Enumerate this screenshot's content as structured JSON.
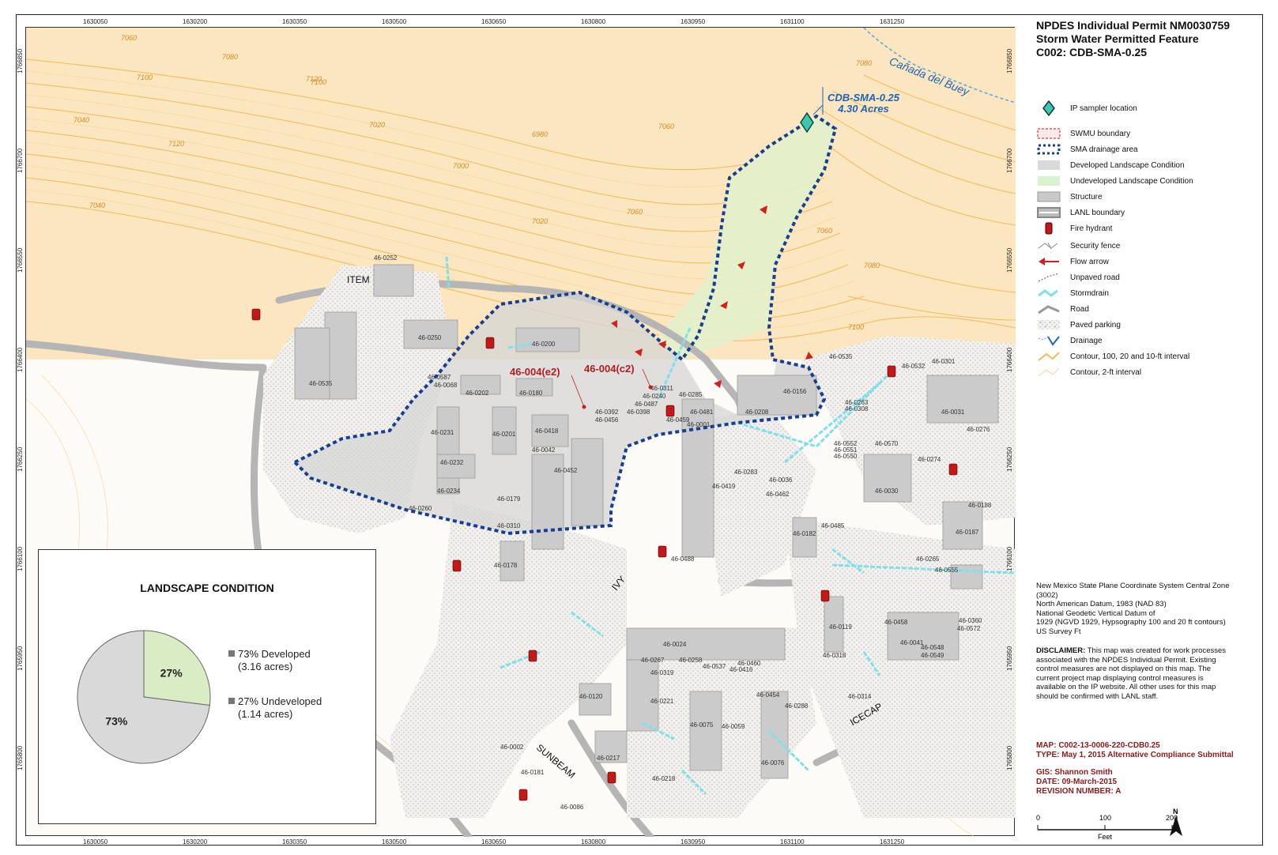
{
  "title": {
    "line1": "NPDES Individual Permit NM0030759",
    "line2": "Storm Water Permitted Feature",
    "line3": "C002:  CDB-SMA-0.25"
  },
  "legend": [
    {
      "key": "ip",
      "label": "IP sampler location"
    },
    {
      "key": "swmu",
      "label": "SWMU boundary"
    },
    {
      "key": "sma",
      "label": "SMA drainage area"
    },
    {
      "key": "developed",
      "label": "Developed Landscape Condition"
    },
    {
      "key": "undeveloped",
      "label": "Undeveloped Landscape Condition"
    },
    {
      "key": "structure",
      "label": "Structure"
    },
    {
      "key": "lanl",
      "label": "LANL boundary"
    },
    {
      "key": "hydrant",
      "label": "Fire hydrant"
    },
    {
      "key": "fence",
      "label": "Security fence"
    },
    {
      "key": "flow",
      "label": "Flow arrow"
    },
    {
      "key": "unpaved",
      "label": "Unpaved road"
    },
    {
      "key": "stormdrain",
      "label": "Stormdrain"
    },
    {
      "key": "road",
      "label": "Road"
    },
    {
      "key": "parking",
      "label": "Paved parking"
    },
    {
      "key": "drainage",
      "label": "Drainage"
    },
    {
      "key": "contour100",
      "label": "Contour, 100, 20 and 10-ft interval"
    },
    {
      "key": "contour2",
      "label": "Contour, 2-ft interval"
    }
  ],
  "coordinate_system": {
    "line1": "New Mexico State Plane Coordinate System Central Zone",
    "line2": "(3002)",
    "line3": "North American Datum, 1983 (NAD 83)",
    "line4": "National Geodetic Vertical Datum of",
    "line5": "1929 (NGVD 1929, Hypsography 100 and 20 ft contours)",
    "line6": "US Survey Ft"
  },
  "disclaimer": {
    "heading": "DISCLAIMER:",
    "line1": " This map was created  for work processes",
    "line2": "associated  with the NPDES Individual Permit. Existing",
    "line3": "control measures are not displayed on this map. The",
    "line4": "current project map displaying control measures is",
    "line5": "available on the IP website. All other uses for this map",
    "line6": "should be confirmed with LANL staff."
  },
  "map_meta": {
    "map": "MAP:  C002-13-0006-220-CDB0.25",
    "type": "TYPE:  May 1, 2015 Alternative Compliance Submittal",
    "gis": "GIS:  Shannon Smith",
    "date": "DATE:  09-March-2015",
    "revision": "REVISION NUMBER:  A"
  },
  "scale_bar": {
    "t0": "0",
    "t1": "100",
    "t2": "200",
    "unit": "Feet",
    "north": "N"
  },
  "axis": {
    "x": [
      "1630050",
      "1630200",
      "1630350",
      "1630500",
      "1630650",
      "1630800",
      "1630950",
      "1631100",
      "1631250"
    ],
    "y": [
      "1766850",
      "1766700",
      "1766550",
      "1766400",
      "1766250",
      "1766100",
      "1765950",
      "1765800"
    ]
  },
  "map_labels": {
    "cdb_name": "CDB-SMA-0.25",
    "cdb_area": "4.30 Acres",
    "canada": "Cañada del Buey",
    "swmu_e2": "46-004(e2)",
    "swmu_c2": "46-004(c2)",
    "item": "ITEM",
    "ivy": "IVY",
    "sunbeam": "SUNBEAM",
    "icecap": "ICECAP",
    "buildings": [
      "46-0252",
      "46-0250",
      "46-0200",
      "46-0535",
      "46-0587",
      "46-0068",
      "46-0202",
      "46-0180",
      "46-0311",
      "46-0240",
      "46-0487",
      "46-0398",
      "46-0285",
      "46-0392",
      "46-0456",
      "46-0459",
      "46-0481",
      "46-0001",
      "46-0231",
      "46-0201",
      "46-0418",
      "46-0042",
      "46-0232",
      "46-0452",
      "46-0234",
      "46-0179",
      "46-0260",
      "46-0310",
      "46-0178",
      "46-0156",
      "46-0208",
      "46-0535",
      "46-0301",
      "46-0532",
      "46-0263",
      "46-0308",
      "46-0031",
      "46-0276",
      "46-0552",
      "46-0551",
      "46-0550",
      "46-0570",
      "46-0274",
      "46-0283",
      "46-0036",
      "46-0419",
      "46-0030",
      "46-0188",
      "46-0462",
      "46-0485",
      "46-0182",
      "46-0187",
      "46-0488",
      "46-0265",
      "46-0555",
      "46-0119",
      "46-0458",
      "46-0360",
      "46-0572",
      "46-0041",
      "46-0548",
      "46-0549",
      "46-0318",
      "46-0024",
      "46-0267",
      "46-0258",
      "46-0537",
      "46-0460",
      "46-0416",
      "46-0319",
      "46-0120",
      "46-0221",
      "46-0454",
      "46-0288",
      "46-0314",
      "46-0075",
      "46-0059",
      "46-0076",
      "46-0002",
      "46-0217",
      "46-0181",
      "46-0218",
      "46-0086"
    ],
    "contours": [
      "7060",
      "7080",
      "7100",
      "7120",
      "7040",
      "7020",
      "7000",
      "6980",
      "7060",
      "7080",
      "7100",
      "7120",
      "7040",
      "7060",
      "7020",
      "7060",
      "7080",
      "7100"
    ]
  },
  "pie_title": "LANDSCAPE CONDITION",
  "chart_data": {
    "type": "pie",
    "title": "LANDSCAPE CONDITION",
    "categories": [
      "Developed",
      "Undeveloped"
    ],
    "values": [
      73,
      27
    ],
    "labels": [
      "73%",
      "27%"
    ],
    "legend": [
      "73% Developed",
      "(3.16 acres)",
      "27% Undeveloped",
      "(1.14 acres)"
    ],
    "colors": [
      "#d9d9d9",
      "#d9ecc4"
    ]
  }
}
